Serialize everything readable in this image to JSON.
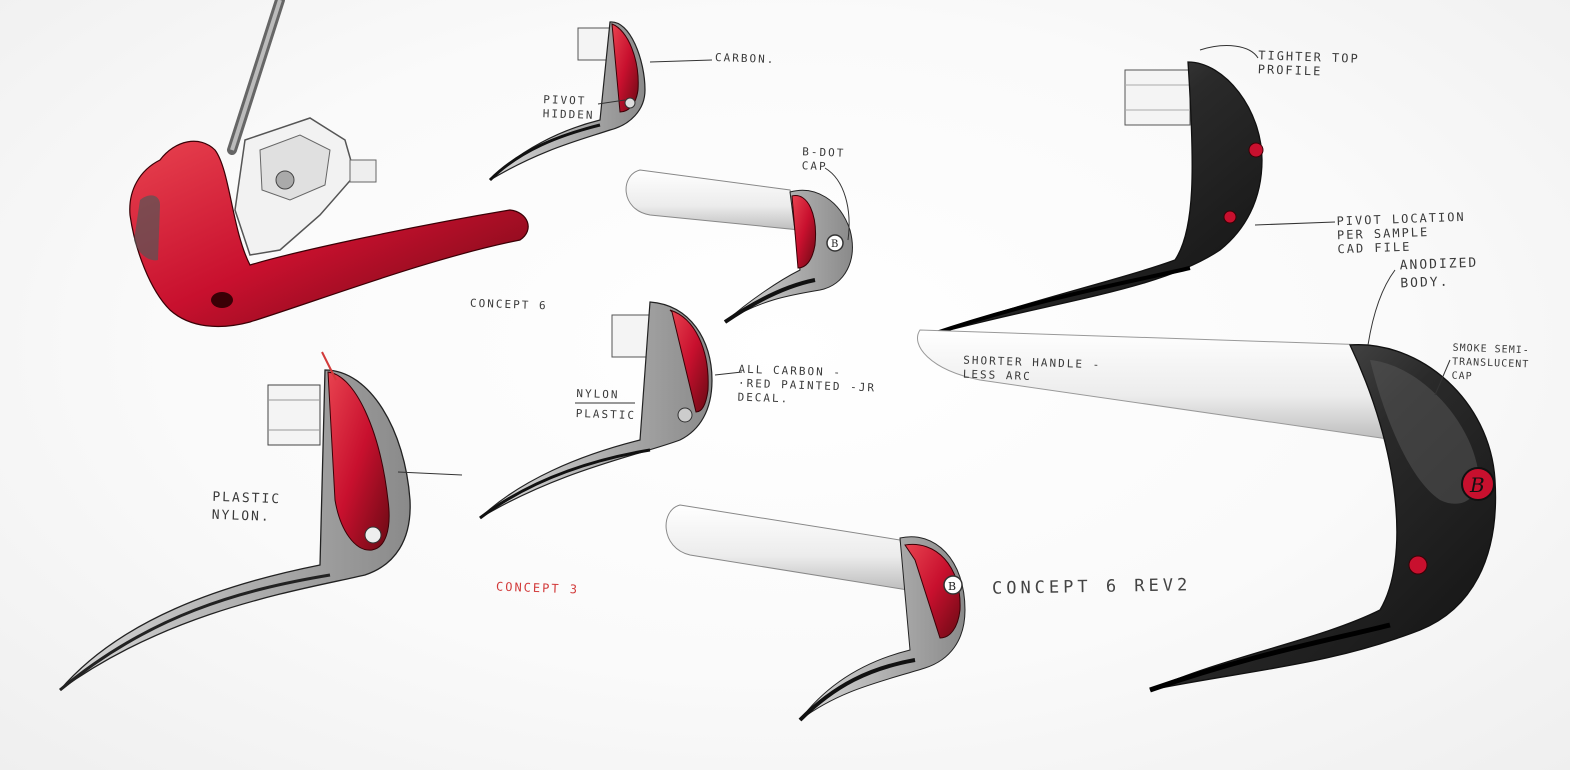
{
  "colors": {
    "accent_red": "#c8102e",
    "dark_body": "#2a2a2a",
    "sketch_line": "#3a3a3a",
    "concept3_label": "#d23a3a"
  },
  "annotations": {
    "carbon": "CARBON.",
    "pivot_hidden": [
      "PIVOT",
      "HIDDEN"
    ],
    "b_dot_cap": [
      "B-DOT",
      "CAP"
    ],
    "concept6": "CONCEPT 6",
    "nylon_plastic": [
      "NYLON",
      "PLASTIC"
    ],
    "all_carbon": [
      "ALL CARBON -",
      "·RED PAINTED -JR",
      "DECAL."
    ],
    "plastic_nylon": [
      "PLASTIC",
      "NYLON."
    ],
    "concept3": "CONCEPT 3",
    "concept6_rev2": "CONCEPT 6 REV2",
    "tighter_top": [
      "TIGHTER TOP",
      "PROFILE"
    ],
    "pivot_location": [
      "PIVOT LOCATION",
      "PER SAMPLE",
      "CAD FILE"
    ],
    "anodized": [
      "ANODIZED",
      "BODY."
    ],
    "shorter_handle": [
      "SHORTER HANDLE -",
      "LESS ARC"
    ],
    "smoke_cap": [
      "SMOKE SEMI-",
      "TRANSLUCENT",
      "CAP"
    ]
  },
  "logo_letter": "B"
}
